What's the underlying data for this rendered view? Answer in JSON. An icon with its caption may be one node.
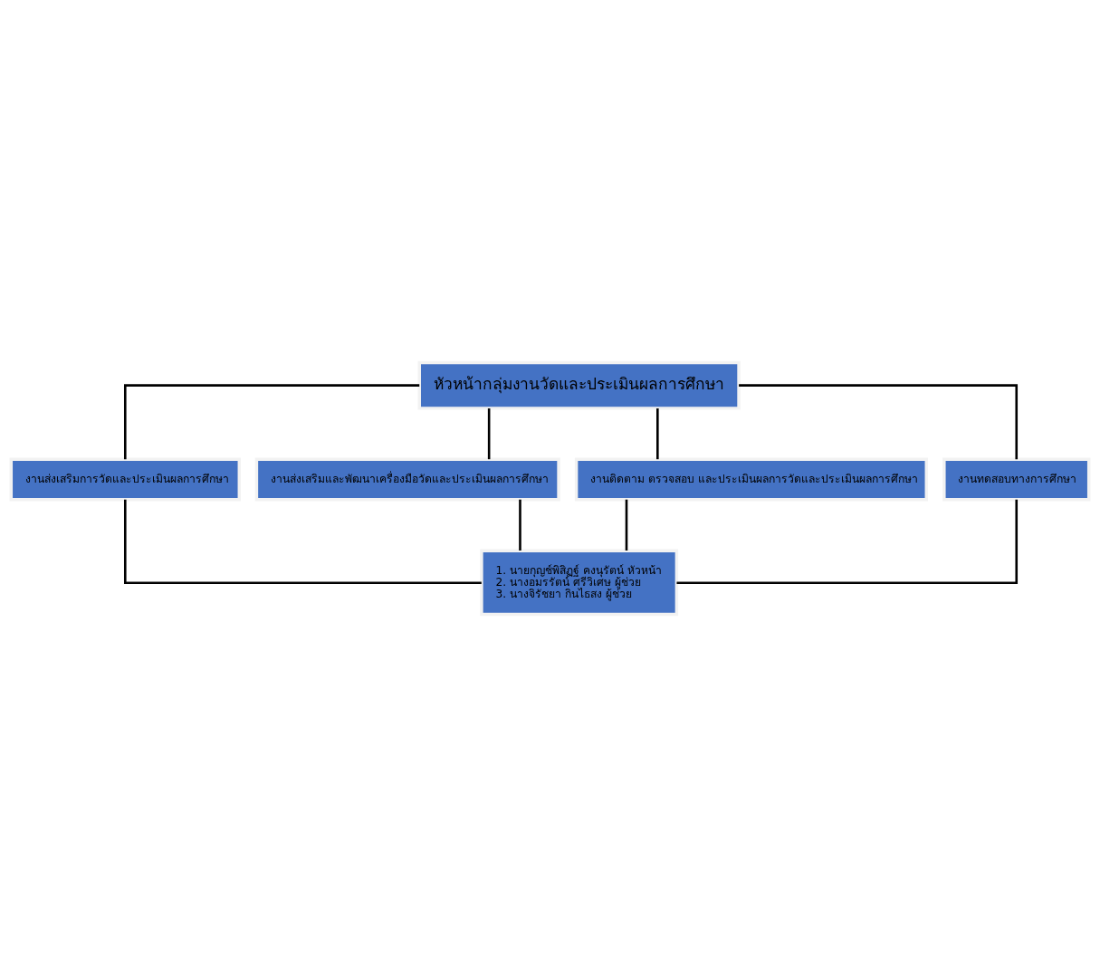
{
  "diagram": {
    "nodes": [
      {
        "text": [
          "หัวหน้ากลุ่มงานวัดและประเมินผลการศึกษา"
        ]
      },
      {
        "text": [
          "งานส่งเสริมการวัดและประเมินผลการศึกษา"
        ]
      },
      {
        "text": [
          "งานส่งเสริมและพัฒนาเครื่องมือวัดและประเมินผลการศึกษา"
        ]
      },
      {
        "text": [
          "งานติดตาม ตรวจสอบ และประเมินผลการวัดและประเมินผลการศึกษา"
        ]
      },
      {
        "text": [
          "งานทดสอบทางการศึกษา"
        ]
      },
      {
        "text": [
          "1. นายกุญช์พิสิฏฐ์ คงนุรัตน์ หัวหน้า",
          "2. นางอมรรัตน์ ศรีวิเศษ ผู้ช่วย",
          "3. นางจิรัชยา กินไธสง ผู้ช่วย"
        ]
      }
    ],
    "edges": [
      {
        "from": 0,
        "to": 1,
        "arrow": "none"
      },
      {
        "from": 0,
        "to": 2,
        "arrow": "none"
      },
      {
        "from": 0,
        "to": 3,
        "arrow": "none"
      },
      {
        "from": 0,
        "to": 4,
        "arrow": "none"
      },
      {
        "from": 1,
        "to": 5,
        "arrow": "none"
      },
      {
        "from": 2,
        "to": 5,
        "arrow": "none"
      },
      {
        "from": 3,
        "to": 5,
        "arrow": "none"
      },
      {
        "from": 4,
        "to": 5,
        "arrow": "none"
      }
    ]
  }
}
